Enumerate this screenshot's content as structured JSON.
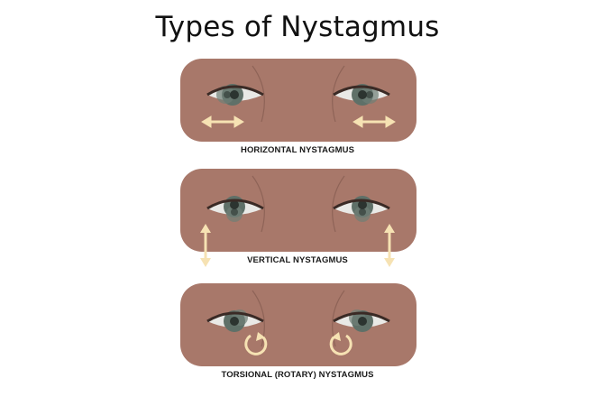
{
  "title": "Types of Nystagmus",
  "colors": {
    "skin": "#a8786a",
    "skin_dark": "#8e6357",
    "iris": "#5f7068",
    "pupil": "#2c3430",
    "arrow": "#f6e2b3",
    "sclera": "#e9e9e6"
  },
  "panels": [
    {
      "caption": "HORIZONTAL NYSTAGMUS",
      "arrow": "horizontal"
    },
    {
      "caption": "VERTICAL NYSTAGMUS",
      "arrow": "vertical"
    },
    {
      "caption": "TORSIONAL (ROTARY) NYSTAGMUS",
      "arrow": "rotary"
    }
  ]
}
